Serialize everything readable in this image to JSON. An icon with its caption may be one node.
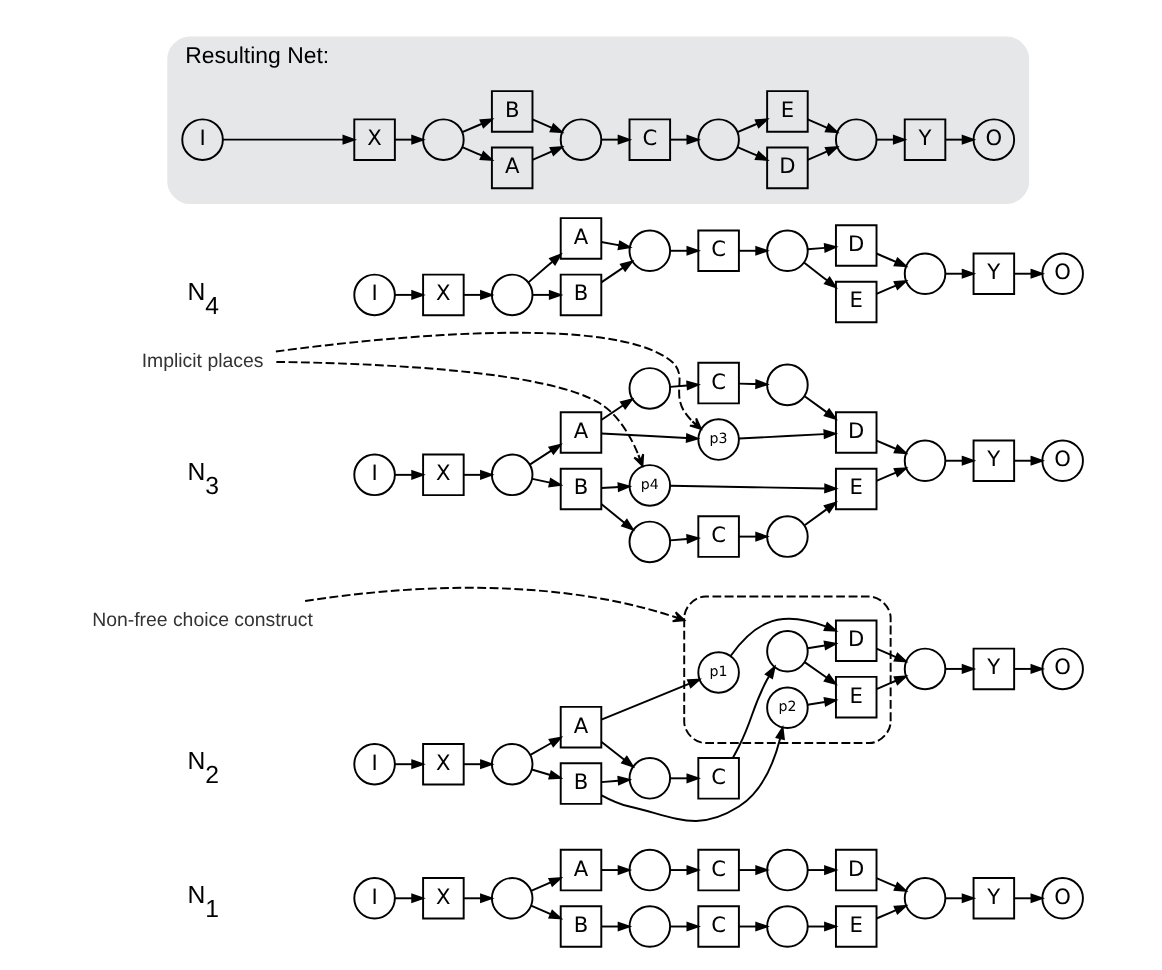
{
  "diagram": {
    "nodes": [
      {
        "text": [
          "I"
        ]
      },
      {
        "text": [
          "X"
        ]
      },
      {
        "text": [],
        "shape": "circle"
      },
      {
        "text": [
          "A"
        ]
      },
      {
        "text": [
          "B"
        ]
      },
      {
        "text": [],
        "shape": "circle"
      },
      {
        "text": [],
        "shape": "circle"
      },
      {
        "text": [
          "C"
        ]
      },
      {
        "text": [
          "C"
        ]
      },
      {
        "text": [],
        "shape": "circle"
      },
      {
        "text": [],
        "shape": "circle"
      },
      {
        "text": [
          "D"
        ]
      },
      {
        "text": [
          "E"
        ]
      },
      {
        "text": [],
        "shape": "circle"
      },
      {
        "text": [
          "Y"
        ]
      },
      {
        "text": [
          "O"
        ]
      },
      {
        "text": [
          "I"
        ]
      },
      {
        "text": [
          "X"
        ]
      },
      {
        "text": [],
        "shape": "circle"
      },
      {
        "text": [
          "A"
        ]
      },
      {
        "text": [
          "B"
        ]
      },
      {
        "text": [],
        "shape": "circle"
      },
      {
        "text": [
          "C"
        ]
      },
      {
        "text": [],
        "shape": "cloud"
      },
      {
        "text": [
          "p1"
        ],
        "in": 23
      },
      {
        "text": [],
        "shape": "circle",
        "in": 23
      },
      {
        "text": [
          "D"
        ],
        "in": 23
      },
      {
        "text": [
          "E"
        ],
        "in": 23
      },
      {
        "text": [
          "p2"
        ],
        "in": 23
      },
      {
        "text": [],
        "shape": "circle"
      },
      {
        "text": [
          "Y"
        ]
      },
      {
        "text": [
          "O"
        ]
      },
      {
        "text": [
          "Non-free choice construct"
        ]
      },
      {
        "text": [
          "I"
        ]
      },
      {
        "text": [
          "X"
        ]
      },
      {
        "text": [],
        "shape": "circle"
      },
      {
        "text": [
          "p3"
        ]
      },
      {
        "text": [
          "A"
        ]
      },
      {
        "text": [
          "B"
        ]
      },
      {
        "text": [],
        "shape": "circle"
      },
      {
        "text": [],
        "shape": "circle"
      },
      {
        "text": [
          "C"
        ]
      },
      {
        "text": [
          "C"
        ]
      },
      {
        "text": [],
        "shape": "circle"
      },
      {
        "text": [],
        "shape": "circle"
      },
      {
        "text": [
          "D"
        ]
      },
      {
        "text": [
          "E"
        ]
      },
      {
        "text": [
          "p4"
        ]
      },
      {
        "text": [],
        "shape": "circle"
      },
      {
        "text": [
          "Y"
        ]
      },
      {
        "text": [
          "O"
        ]
      },
      {
        "text": [
          "Implicit places"
        ]
      },
      {
        "text": [
          "I"
        ]
      },
      {
        "text": [
          "X"
        ]
      },
      {
        "text": [],
        "shape": "circle"
      },
      {
        "text": [
          "A"
        ]
      },
      {
        "text": [
          "B"
        ]
      },
      {
        "text": [],
        "shape": "circle"
      },
      {
        "text": [
          "C"
        ]
      },
      {
        "text": [],
        "shape": "circle"
      },
      {
        "text": [
          "D"
        ]
      },
      {
        "text": [
          "E"
        ]
      },
      {
        "text": [],
        "shape": "circle"
      },
      {
        "text": [
          "Y"
        ]
      },
      {
        "text": [
          "O"
        ]
      },
      {
        "text": [
          "Resulting Net:"
        ]
      },
      {
        "text": [
          "I"
        ],
        "in": 65
      },
      {
        "text": [
          "X"
        ],
        "in": 65
      },
      {
        "text": [],
        "shape": "circle",
        "in": 65
      },
      {
        "text": [
          "A"
        ],
        "in": 65
      },
      {
        "text": [
          "B"
        ],
        "in": 65
      },
      {
        "text": [],
        "shape": "circle",
        "in": 65
      },
      {
        "text": [
          "C"
        ],
        "in": 65
      },
      {
        "text": [],
        "shape": "circle",
        "in": 65
      },
      {
        "text": [
          "D"
        ],
        "in": 65
      },
      {
        "text": [
          "E"
        ],
        "in": 65
      },
      {
        "text": [],
        "shape": "circle",
        "in": 65
      },
      {
        "text": [
          "Y"
        ],
        "in": 65
      },
      {
        "text": [
          "O"
        ],
        "in": 65
      }
    ],
    "edges": [
      {
        "from": 0,
        "to": 1,
        "arrow": "to"
      },
      {
        "from": 1,
        "to": 2,
        "arrow": "to"
      },
      {
        "from": 2,
        "to": 3,
        "arrow": "to"
      },
      {
        "from": 2,
        "to": 4,
        "arrow": "to"
      },
      {
        "from": 3,
        "to": 5,
        "arrow": "to"
      },
      {
        "from": 4,
        "to": 6,
        "arrow": "to"
      },
      {
        "from": 5,
        "to": 7,
        "arrow": "to"
      },
      {
        "from": 6,
        "to": 8,
        "arrow": "to"
      },
      {
        "from": 7,
        "to": 9,
        "arrow": "to"
      },
      {
        "from": 8,
        "to": 10,
        "arrow": "to"
      },
      {
        "from": 9,
        "to": 11,
        "arrow": "to"
      },
      {
        "from": 10,
        "to": 12,
        "arrow": "to"
      },
      {
        "from": 11,
        "to": 13,
        "arrow": "to"
      },
      {
        "from": 12,
        "to": 13,
        "arrow": "to"
      },
      {
        "from": 13,
        "to": 14,
        "arrow": "to"
      },
      {
        "from": 14,
        "to": 15,
        "arrow": "to"
      },
      {
        "from": 16,
        "to": 17,
        "arrow": "to"
      },
      {
        "from": 17,
        "to": 18,
        "arrow": "to"
      },
      {
        "from": 18,
        "to": 19,
        "arrow": "to"
      },
      {
        "from": 18,
        "to": 20,
        "arrow": "to"
      },
      {
        "from": 19,
        "to": 21,
        "arrow": "to"
      },
      {
        "from": 20,
        "to": 21,
        "arrow": "to"
      },
      {
        "from": 21,
        "to": 22,
        "arrow": "to"
      },
      {
        "from": 22,
        "to": 25,
        "arrow": "to"
      },
      {
        "from": 25,
        "to": 26,
        "arrow": "to"
      },
      {
        "from": 25,
        "to": 27,
        "arrow": "to"
      },
      {
        "from": 19,
        "to": 24,
        "arrow": "to"
      },
      {
        "from": 24,
        "to": 26,
        "arrow": "to"
      },
      {
        "from": 20,
        "to": 28,
        "arrow": "to"
      },
      {
        "from": 28,
        "to": 27,
        "arrow": "to"
      },
      {
        "from": 26,
        "to": 29,
        "arrow": "to"
      },
      {
        "from": 27,
        "to": 29,
        "arrow": "to"
      },
      {
        "from": 29,
        "to": 30,
        "arrow": "to"
      },
      {
        "from": 30,
        "to": 31,
        "arrow": "to"
      },
      {
        "from": 32,
        "to": 23,
        "arrow": "to",
        "style": "dashed"
      },
      {
        "from": 33,
        "to": 34,
        "arrow": "to"
      },
      {
        "from": 34,
        "to": 35,
        "arrow": "to"
      },
      {
        "from": 35,
        "to": 37,
        "arrow": "to"
      },
      {
        "from": 35,
        "to": 38,
        "arrow": "to"
      },
      {
        "from": 37,
        "to": 39,
        "arrow": "to"
      },
      {
        "from": 38,
        "to": 40,
        "arrow": "to"
      },
      {
        "from": 39,
        "to": 41,
        "arrow": "to"
      },
      {
        "from": 40,
        "to": 42,
        "arrow": "to"
      },
      {
        "from": 41,
        "to": 43,
        "arrow": "to"
      },
      {
        "from": 42,
        "to": 44,
        "arrow": "to"
      },
      {
        "from": 43,
        "to": 45,
        "arrow": "to"
      },
      {
        "from": 44,
        "to": 46,
        "arrow": "to"
      },
      {
        "from": 37,
        "to": 36,
        "arrow": "to"
      },
      {
        "from": 36,
        "to": 45,
        "arrow": "to"
      },
      {
        "from": 38,
        "to": 47,
        "arrow": "to"
      },
      {
        "from": 47,
        "to": 46,
        "arrow": "to"
      },
      {
        "from": 45,
        "to": 48,
        "arrow": "to"
      },
      {
        "from": 46,
        "to": 48,
        "arrow": "to"
      },
      {
        "from": 48,
        "to": 49,
        "arrow": "to"
      },
      {
        "from": 49,
        "to": 50,
        "arrow": "to"
      },
      {
        "from": 51,
        "to": 36,
        "arrow": "to",
        "style": "dashed"
      },
      {
        "from": 51,
        "to": 47,
        "arrow": "to",
        "style": "dashed"
      },
      {
        "from": 52,
        "to": 53,
        "arrow": "to"
      },
      {
        "from": 53,
        "to": 54,
        "arrow": "to"
      },
      {
        "from": 54,
        "to": 55,
        "arrow": "to"
      },
      {
        "from": 54,
        "to": 56,
        "arrow": "to"
      },
      {
        "from": 55,
        "to": 57,
        "arrow": "to"
      },
      {
        "from": 56,
        "to": 57,
        "arrow": "to"
      },
      {
        "from": 57,
        "to": 58,
        "arrow": "to"
      },
      {
        "from": 58,
        "to": 59,
        "arrow": "to"
      },
      {
        "from": 59,
        "to": 60,
        "arrow": "to"
      },
      {
        "from": 59,
        "to": 61,
        "arrow": "to"
      },
      {
        "from": 60,
        "to": 62,
        "arrow": "to"
      },
      {
        "from": 61,
        "to": 62,
        "arrow": "to"
      },
      {
        "from": 62,
        "to": 63,
        "arrow": "to"
      },
      {
        "from": 63,
        "to": 64,
        "arrow": "to"
      },
      {
        "from": 66,
        "to": 67,
        "arrow": "to"
      },
      {
        "from": 67,
        "to": 68,
        "arrow": "to"
      },
      {
        "from": 68,
        "to": 69,
        "arrow": "to"
      },
      {
        "from": 68,
        "to": 70,
        "arrow": "to"
      },
      {
        "from": 69,
        "to": 71,
        "arrow": "to"
      },
      {
        "from": 70,
        "to": 71,
        "arrow": "to"
      },
      {
        "from": 71,
        "to": 72,
        "arrow": "to"
      },
      {
        "from": 72,
        "to": 73,
        "arrow": "to"
      },
      {
        "from": 73,
        "to": 74,
        "arrow": "to"
      },
      {
        "from": 73,
        "to": 75,
        "arrow": "to"
      },
      {
        "from": 74,
        "to": 76,
        "arrow": "to"
      },
      {
        "from": 75,
        "to": 76,
        "arrow": "to"
      },
      {
        "from": 76,
        "to": 77,
        "arrow": "to"
      },
      {
        "from": 77,
        "to": 78,
        "arrow": "to"
      }
    ],
    "labels": [
      "N$_{1}$",
      "N$_{2}$",
      "N$_{3}$",
      "N$_{4}$"
    ]
  }
}
